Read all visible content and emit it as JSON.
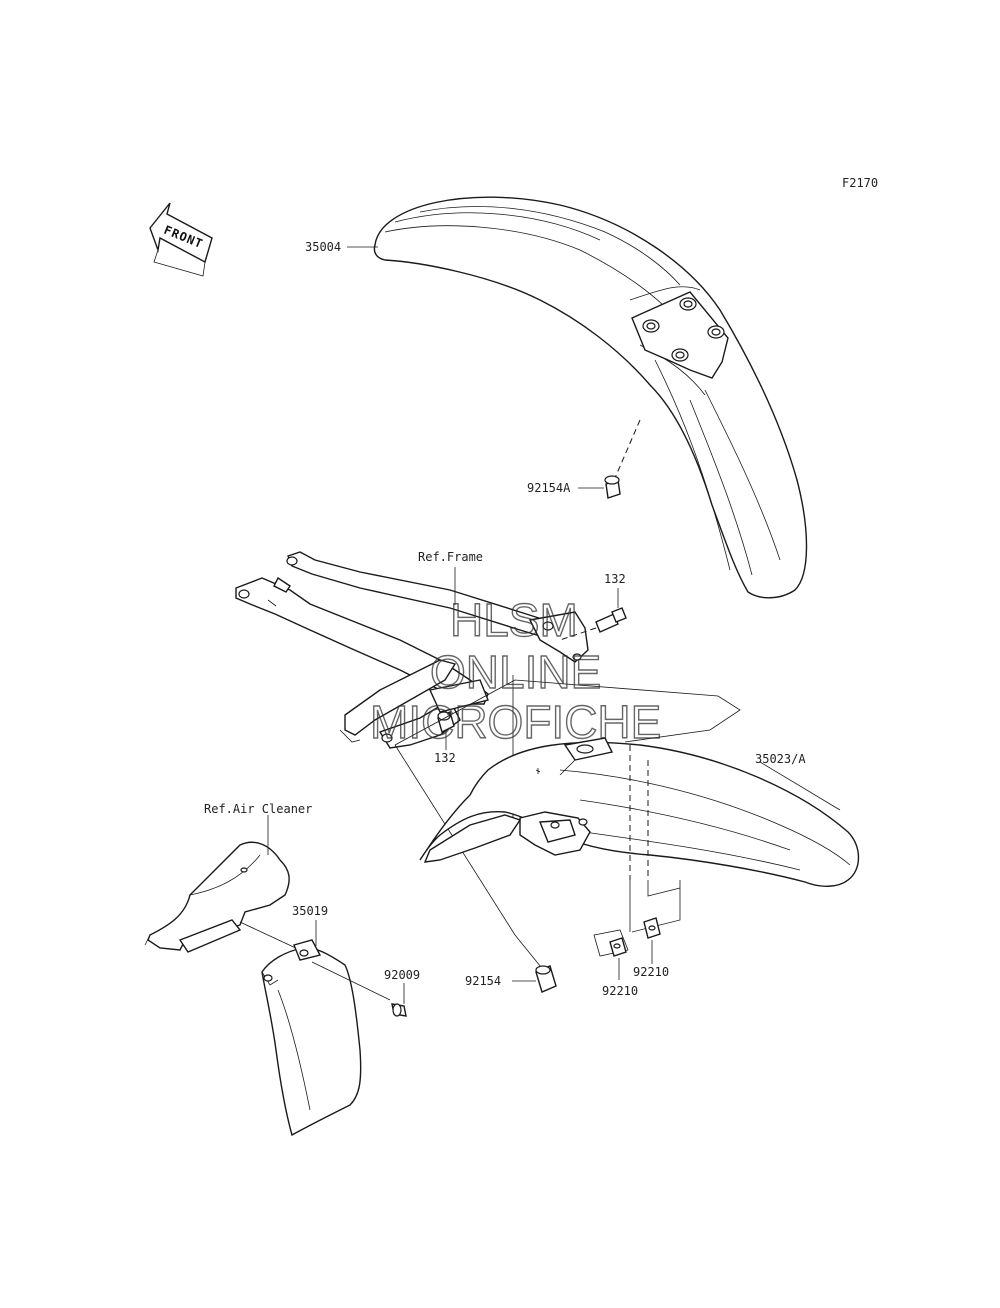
{
  "figure_code": "F2170",
  "front_label": "FRONT",
  "watermark": {
    "line1": "HLSM",
    "line2": "ONLINE",
    "line3": "MICROFICHE"
  },
  "parts": {
    "front_fender": "35004",
    "front_fender_screw": "92154A",
    "rear_fender": "35023/A",
    "flange_bolt_upper": "132",
    "flange_bolt_lower": "132",
    "rear_fender_screw": "92154",
    "mud_guard": "35019",
    "mud_guard_bolt": "92009",
    "nut_left": "92210",
    "nut_right": "92210"
  },
  "references": {
    "frame": "Ref.Frame",
    "air_cleaner": "Ref.Air Cleaner"
  }
}
